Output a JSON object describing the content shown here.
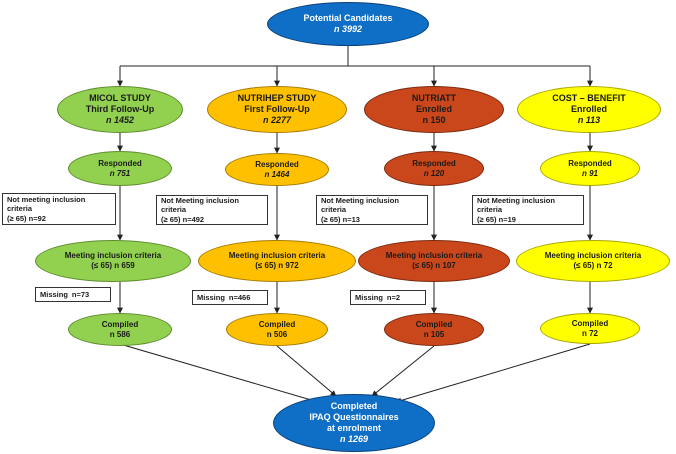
{
  "top": {
    "title": "Potential Candidates",
    "n": "n 3992"
  },
  "columns": [
    {
      "study_l1": "MICOL STUDY",
      "study_l2": "Third Follow-Up",
      "study_n": "n 1452",
      "responded_l1": "Responded",
      "responded_n": "n 751",
      "exclude_l1": "Not meeting inclusion criteria",
      "exclude_l2": "(≥ 65) n=92",
      "meeting_l1": "Meeting inclusion  criteria",
      "meeting_l2": "(≤ 65) n 659",
      "missing_l": "Missing",
      "missing_v": "n=73",
      "compiled_l1": "Compiled",
      "compiled_n": "n 586"
    },
    {
      "study_l1": "NUTRIHEP STUDY",
      "study_l2": "First Follow-Up",
      "study_n": "n 2277",
      "responded_l1": "Responded",
      "responded_n": "n 1464",
      "exclude_l1": "Not Meeting inclusion criteria",
      "exclude_l2": "(≥ 65) n=492",
      "meeting_l1": "Meeting inclusion  criteria",
      "meeting_l2": "(≤ 65) n 972",
      "missing_l": "Missing",
      "missing_v": "n=466",
      "compiled_l1": "Compiled",
      "compiled_n": "n 506"
    },
    {
      "study_l1": "NUTRIATT",
      "study_l2": "Enrolled",
      "study_n": "n 150",
      "responded_l1": "Responded",
      "responded_n": "n 120",
      "exclude_l1": "Not Meeting inclusion criteria",
      "exclude_l2": "(≥ 65) n=13",
      "meeting_l1": "Meeting inclusion  criteria",
      "meeting_l2": "(≤ 65) n 107",
      "missing_l": "Missing",
      "missing_v": "n=2",
      "compiled_l1": "Compiled",
      "compiled_n": "n 105"
    },
    {
      "study_l1": "COST – BENEFIT",
      "study_l2": "Enrolled",
      "study_n": "n 113",
      "responded_l1": "Responded",
      "responded_n": "n 91",
      "exclude_l1": "Not Meeting inclusion criteria",
      "exclude_l2": "(≥ 65) n=19",
      "meeting_l1": "Meeting inclusion  criteria",
      "meeting_l2": "(≤ 65) n 72",
      "missing_l": "",
      "missing_v": "",
      "compiled_l1": "Compiled",
      "compiled_n": "n 72"
    }
  ],
  "bottom": {
    "l1": "Completed",
    "l2": "IPAQ Questionnaires",
    "l3": "at enrolment",
    "n": "n 1269"
  },
  "colors": {
    "blue": "#0f6fc6",
    "green": "#92d050",
    "orange": "#ffc000",
    "red": "#c9471b",
    "yellow": "#ffff00"
  }
}
